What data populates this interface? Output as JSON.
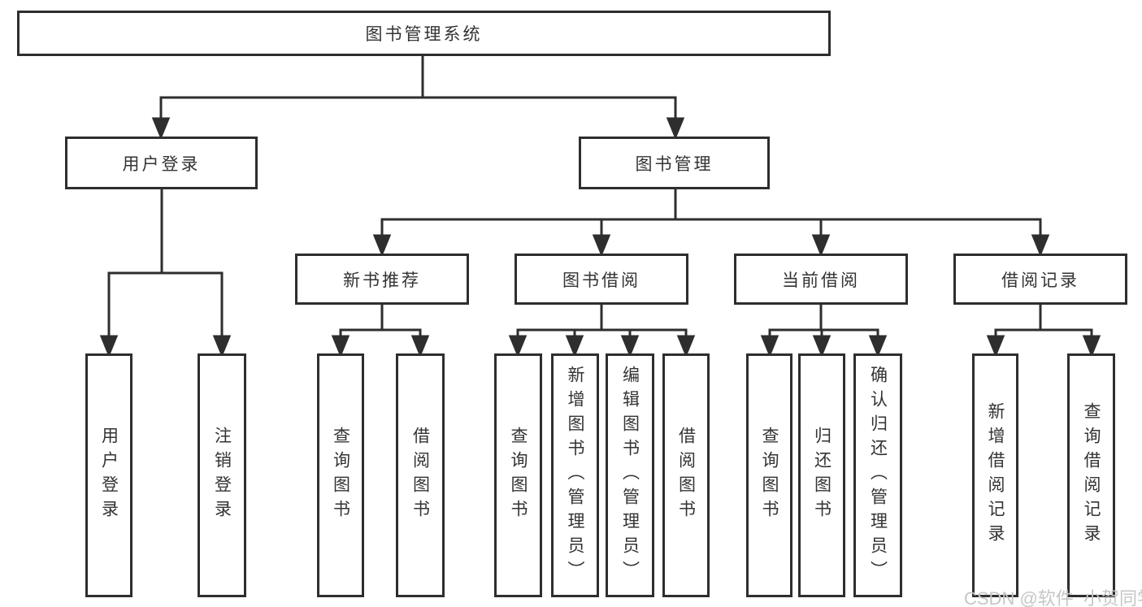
{
  "diagram": {
    "root": {
      "label": "图书管理系统"
    },
    "level2": [
      {
        "label": "用户登录",
        "children": [
          {
            "label": "用户登录"
          },
          {
            "label": "注销登录"
          }
        ]
      },
      {
        "label": "图书管理",
        "children": [
          {
            "label": "新书推荐",
            "children": [
              {
                "label": "查询图书"
              },
              {
                "label": "借阅图书"
              }
            ]
          },
          {
            "label": "图书借阅",
            "children": [
              {
                "label": "查询图书"
              },
              {
                "label": "新增图书（管理员）"
              },
              {
                "label": "编辑图书（管理员）"
              },
              {
                "label": "借阅图书"
              }
            ]
          },
          {
            "label": "当前借阅",
            "children": [
              {
                "label": "查询图书"
              },
              {
                "label": "归还图书"
              },
              {
                "label": "确认归还（管理员）"
              }
            ]
          },
          {
            "label": "借阅记录",
            "children": [
              {
                "label": "新增借阅记录"
              },
              {
                "label": "查询借阅记录"
              }
            ]
          }
        ]
      }
    ]
  },
  "watermark": {
    "text": "CSDN @软件_小贺同学"
  },
  "colors": {
    "line": "#2e2e2e",
    "box_border": "#2e2e2e",
    "text": "#333333",
    "watermark": "#c6c6c6",
    "background": "#ffffff"
  }
}
